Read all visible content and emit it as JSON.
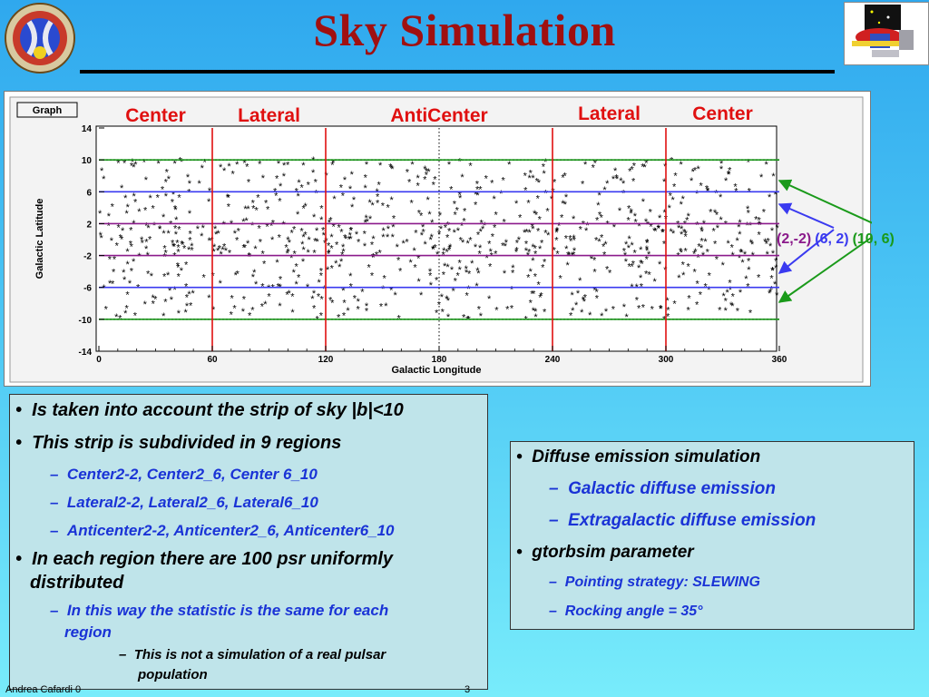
{
  "slide": {
    "title": "Sky Simulation",
    "footer_author": "Andrea Cafardi 0",
    "footer_page": "3"
  },
  "colors": {
    "title": "#a01010",
    "region_line": "#e01010",
    "band_2": "#8b1a8b",
    "band_6": "#3a3af0",
    "band_10": "#1a9a1a",
    "bullet_sub": "#1a33d6"
  },
  "chart_data": {
    "type": "scatter",
    "panel_label": "Graph",
    "xlabel": "Galactic Longitude",
    "ylabel": "Galactic Latitude",
    "xlim": [
      0,
      360
    ],
    "ylim": [
      -14,
      14
    ],
    "x_ticks": [
      "0",
      "60",
      "120",
      "180",
      "240",
      "300",
      "360"
    ],
    "y_ticks": [
      "14",
      "10",
      "6",
      "2",
      "-2",
      "-6",
      "-10",
      "-14"
    ],
    "marker": "*",
    "region_labels": [
      {
        "text": "Center",
        "x": 30
      },
      {
        "text": "Lateral",
        "x": 90
      },
      {
        "text": "AntiCenter",
        "x": 180
      },
      {
        "text": "Lateral",
        "x": 270
      },
      {
        "text": "Center",
        "x": 330
      }
    ],
    "region_boundaries_x": [
      60,
      120,
      240,
      300
    ],
    "center_line_x": 180,
    "latitude_bands": [
      {
        "name": "(2,-2)",
        "b": [
          -2,
          2
        ],
        "color": "#8b1a8b"
      },
      {
        "name": "(6, 2)",
        "b": [
          -6,
          6
        ],
        "color": "#3a3af0"
      },
      {
        "name": "(10, 6)",
        "b": [
          -10,
          10
        ],
        "color": "#1a9a1a"
      }
    ],
    "sources_per_region": 100,
    "regions": 9
  },
  "left_box": {
    "items": [
      {
        "level": 1,
        "bullet": "•",
        "text": "Is taken into account the strip of sky |b|<10"
      },
      {
        "level": 1,
        "bullet": "•",
        "text": "This strip is subdivided in 9 regions"
      },
      {
        "level": 2,
        "bullet": "–",
        "text": "Center2-2, Center2_6, Center 6_10"
      },
      {
        "level": 2,
        "bullet": "–",
        "text": "Lateral2-2, Lateral2_6, Lateral6_10"
      },
      {
        "level": 2,
        "bullet": "–",
        "text": "Anticenter2-2, Anticenter2_6, Anticenter6_10"
      },
      {
        "level": 1,
        "bullet": "•",
        "text": "In each region there are 100 psr uniformly"
      },
      {
        "level": 1,
        "bullet": "",
        "text": "distributed"
      },
      {
        "level": 2,
        "bullet": "–",
        "text": "In this way the statistic is the same for each"
      },
      {
        "level": 2,
        "bullet": "",
        "text": "region"
      },
      {
        "level": 3,
        "bullet": "–",
        "text": "This  is not a simulation of a real pulsar"
      },
      {
        "level": 3,
        "bullet": "",
        "text": "population"
      }
    ]
  },
  "right_box": {
    "items": [
      {
        "level": 1,
        "bullet": "•",
        "text": "Diffuse emission simulation"
      },
      {
        "level": 2,
        "bullet": "–",
        "text": "Galactic diffuse emission"
      },
      {
        "level": 2,
        "bullet": "–",
        "text": "Extragalactic diffuse emission"
      },
      {
        "level": 1,
        "bullet": "•",
        "text": "gtorbsim parameter"
      },
      {
        "level": 2,
        "bullet": "–",
        "text": "Pointing strategy: SLEWING"
      },
      {
        "level": 2,
        "bullet": "–",
        "text": "Rocking angle = 35°"
      }
    ]
  }
}
